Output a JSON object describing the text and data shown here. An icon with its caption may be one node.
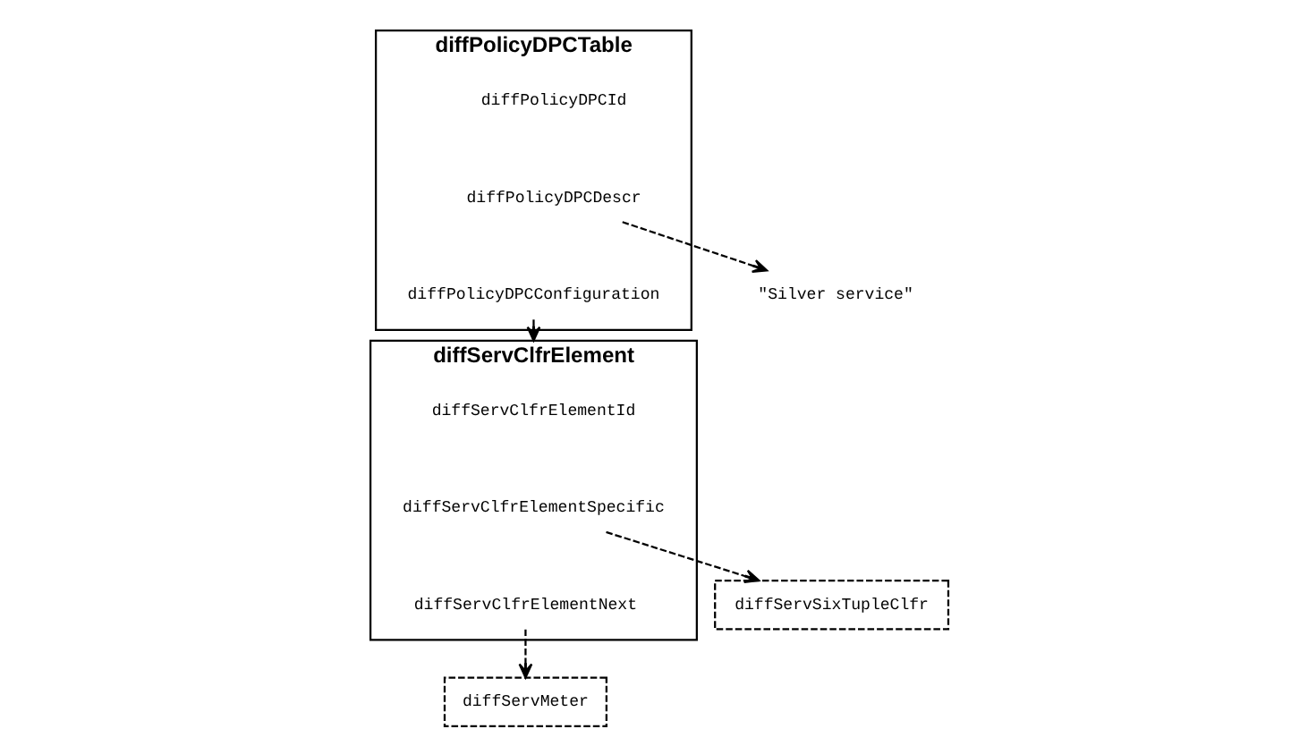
{
  "diagram": {
    "nodes": [
      {
        "text": [
          "diffPolicyDPCTable"
        ]
      },
      {
        "text": [
          "diffPolicyDPCId"
        ],
        "in": 0
      },
      {
        "text": [
          "diffPolicyDPCDescr"
        ],
        "in": 0
      },
      {
        "text": [
          "diffPolicyDPCConfiguration"
        ],
        "in": 0
      },
      {
        "text": [
          "\"Silver service\""
        ]
      },
      {
        "text": [
          "diffServClfrElement"
        ]
      },
      {
        "text": [
          "diffServClfrElementId"
        ],
        "in": 5
      },
      {
        "text": [
          "diffServClfrElementSpecific"
        ],
        "in": 5
      },
      {
        "text": [
          "diffServClfrElementNext"
        ],
        "in": 5
      },
      {
        "text": [
          "diffServSixTupleClfr"
        ]
      },
      {
        "text": [
          "diffServMeter"
        ]
      }
    ],
    "edges": [
      {
        "from": 2,
        "to": 4,
        "arrow": "to",
        "style": "dashed"
      },
      {
        "from": 3,
        "to": 5,
        "arrow": "to",
        "style": "dashed"
      },
      {
        "from": 7,
        "to": 9,
        "arrow": "to",
        "style": "dashed"
      },
      {
        "from": 8,
        "to": 10,
        "arrow": "to",
        "style": "dashed"
      }
    ]
  }
}
